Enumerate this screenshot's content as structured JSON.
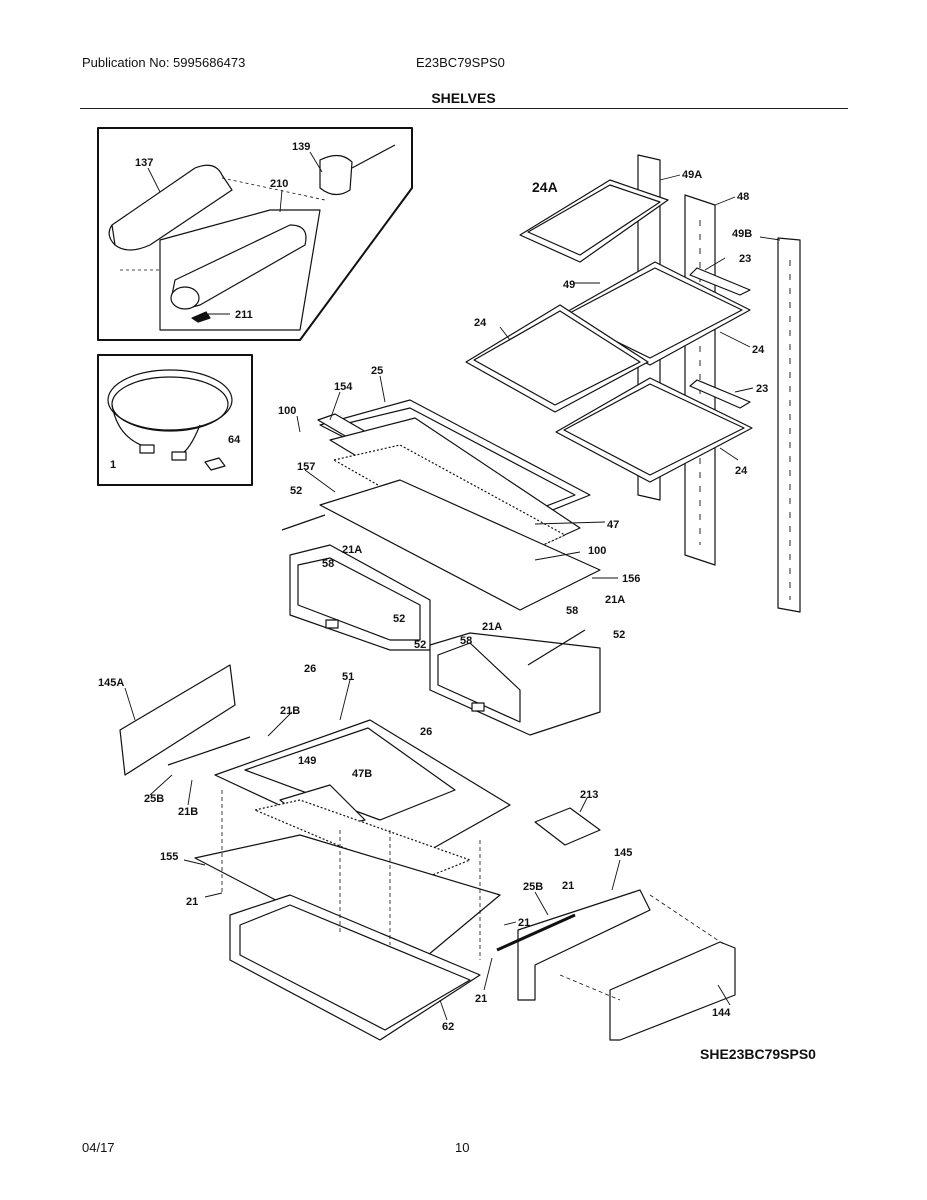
{
  "header": {
    "publication": "Publication No: 5995686473",
    "model": "E23BC79SPS0",
    "title": "SHELVES"
  },
  "diagram": {
    "code": "SHE23BC79SPS0",
    "parts": [
      "137",
      "139",
      "210",
      "211",
      "1",
      "64",
      "154",
      "25",
      "100",
      "157",
      "52",
      "21A",
      "58",
      "47",
      "156",
      "26",
      "24A",
      "49A",
      "48",
      "49B",
      "49",
      "23",
      "24",
      "145A",
      "21B",
      "51",
      "25B",
      "149",
      "47B",
      "155",
      "21",
      "62",
      "213",
      "145",
      "144"
    ]
  },
  "footer": {
    "date": "04/17",
    "page": "10"
  }
}
